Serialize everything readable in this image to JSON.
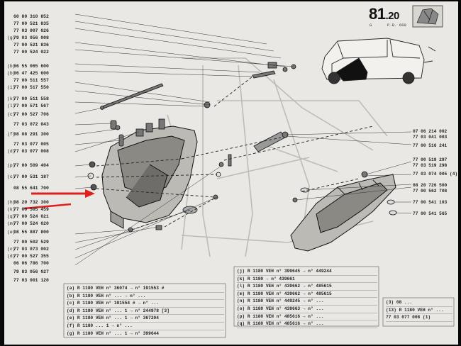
{
  "header": {
    "page_number": "81",
    "page_sub": ".20",
    "ref_left": "G",
    "ref_right": "P.R. 660"
  },
  "left_labels": [
    {
      "pre": "",
      "code": "60 80 310 852"
    },
    {
      "pre": "",
      "code": "77 00 521 835"
    },
    {
      "pre": "",
      "code": "77 03 007 026"
    },
    {
      "pre": "(g)",
      "code": "79 03 056 008"
    },
    {
      "pre": "",
      "code": "77 00 521 836"
    },
    {
      "pre": "",
      "code": "77 00 524 022"
    },
    {
      "pre": "(b)",
      "code": "66 55 065 600"
    },
    {
      "pre": "(b)",
      "code": "06 47 425 600"
    },
    {
      "pre": "",
      "code": "77 00 511 557"
    },
    {
      "pre": "(i)",
      "code": "77 00 517 550"
    },
    {
      "pre": "(k)",
      "code": "77 00 511 558"
    },
    {
      "pre": "(l)",
      "code": "77 00 571 567"
    },
    {
      "pre": "(c)",
      "code": "77 00 527 706"
    },
    {
      "pre": "",
      "code": "77 03 072 043"
    },
    {
      "pre": "(f)",
      "code": "08 08 291 300"
    },
    {
      "pre": "",
      "code": "77 03 077 005"
    },
    {
      "pre": "(d)",
      "code": "77 03 077 008"
    },
    {
      "pre": "(p)",
      "code": "77 00 509 404"
    },
    {
      "pre": "(c)",
      "code": "77 00 531 187"
    },
    {
      "pre": "",
      "code": "08 55 641 700"
    },
    {
      "pre": "(h)",
      "code": "08 20 732 300"
    },
    {
      "pre": "(k)",
      "code": "77 00 505 459"
    },
    {
      "pre": "(q)",
      "code": "77 00 524 021"
    },
    {
      "pre": "(m)",
      "code": "77 00 524 020"
    },
    {
      "pre": "(e)",
      "code": "08 55 887 800"
    },
    {
      "pre": "",
      "code": "77 00 502 529"
    },
    {
      "pre": "(c)",
      "code": "77 03 073 002"
    },
    {
      "pre": "(d)",
      "code": "77 00 527 355"
    },
    {
      "pre": "",
      "code": "06 06 786 700"
    },
    {
      "pre": "",
      "code": "79 83 056 027"
    },
    {
      "pre": "",
      "code": "77 03 001 120"
    }
  ],
  "right_labels": [
    {
      "code": "07 06 214 002"
    },
    {
      "code": "77 03 041 003"
    },
    {
      "code": "77 00 516 241"
    },
    {
      "code": "77 00 519 297"
    },
    {
      "code": "77 03 519 298"
    },
    {
      "code": "77 03 074 005 (4)"
    },
    {
      "code": "08 20 726 500"
    },
    {
      "code": "77 00 562 708"
    },
    {
      "code": "77 00 541 103"
    },
    {
      "code": "77 00 541 565"
    }
  ],
  "table_left": [
    "(a) R 1180  VEH n° 36074 → n°  191553 #",
    "(b) R 1180  VEH n° ... → n° ...",
    "(c) R 1180  VEH n° 191554 # → n° ...",
    "(d) R 1180  VEH n° ... 1 → n° 244978 [3]",
    "(e) R 1180  VEH n° ... 1 → n° 367204",
    "(f) R 1180  ... 1 → n° ...",
    "(g) R 1180  VEH n° ... 1 → n° 399644"
  ],
  "table_mid": [
    "(j) R 1180  VEH n° 399645 → n° 449244",
    "(k) R 1180  → n° 439661",
    "(l) R 1180  VEH n° 439662 → n° 485615",
    "(m) R 1180  VEH n° 439662 → n° 485615",
    "(n) R 1180  VEH n° 449245 → n° ...",
    "(o) R 1180  VEH n° 439663 → n° ...",
    "(p) R 1180  VEH n° 485616 → n° ...",
    "(q) R 1180  VEH n° 485616 → n° ..."
  ],
  "table_right": [
    "(3) 08 ...",
    "(13) R 1180  VEH n° ...",
    "77 03 077 008 (1)"
  ]
}
